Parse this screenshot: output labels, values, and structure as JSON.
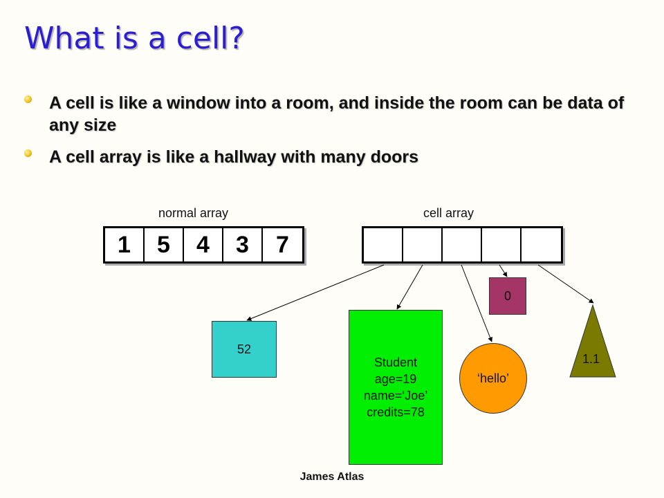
{
  "title": "What is a cell?",
  "bullets": [
    "A cell is like a window into a room, and inside the room can be data of any size",
    "A cell array is like a hallway with many doors"
  ],
  "normal_array": {
    "label": "normal array",
    "values": [
      "1",
      "5",
      "4",
      "3",
      "7"
    ]
  },
  "cell_array": {
    "label": "cell array",
    "cells": 5
  },
  "contents": {
    "number": "52",
    "student": [
      "Student",
      "age=19",
      "name=‘Joe’",
      "credits=78"
    ],
    "string": "‘hello’",
    "zero": "0",
    "triangle": "1.1"
  },
  "colors": {
    "title": "#2a1fd0",
    "number_box": "#33d0cc",
    "student_box": "#00ee00",
    "string_oval": "#ff9a00",
    "zero_box": "#a33666",
    "triangle": "#7a7a00"
  },
  "footer": "James Atlas"
}
